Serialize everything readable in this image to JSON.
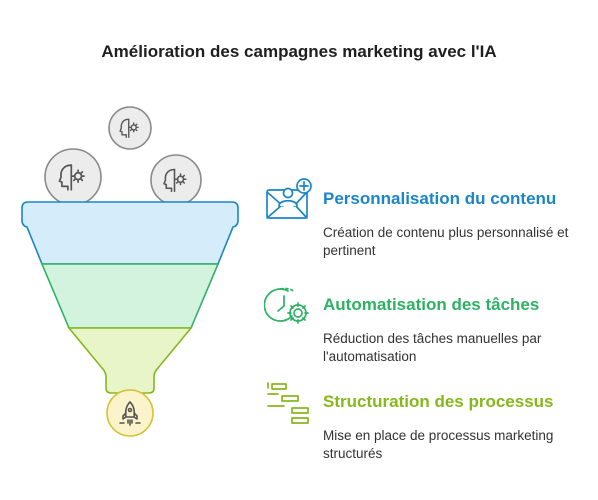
{
  "title": "Amélioration des campagnes marketing avec l'IA",
  "colors": {
    "blue": "#1b86c7",
    "green": "#2db163",
    "lime": "#86b81c",
    "funnel_blue": "#d5ecfb",
    "funnel_green": "#d3f3de",
    "funnel_lime": "#e8f5c8",
    "funnel_yellow": "#fbf3c9",
    "circle_gray": "#ececec"
  },
  "items": [
    {
      "heading": "Personnalisation du contenu",
      "description": "Création de contenu plus personnalisé et pertinent",
      "icon": "envelope-user-plus-icon",
      "color": "#1b86c7"
    },
    {
      "heading": "Automatisation des tâches",
      "description": "Réduction des tâches manuelles par l'automatisation",
      "icon": "clock-gear-icon",
      "color": "#2db163"
    },
    {
      "heading": "Structuration des processus",
      "description": "Mise en place de processus marketing structurés",
      "icon": "gantt-steps-icon",
      "color": "#86b81c"
    }
  ],
  "funnel": {
    "input_icons": [
      "ai-head-gear-icon",
      "ai-head-gear-icon",
      "ai-head-gear-icon"
    ],
    "output_icon": "rocket-icon"
  }
}
